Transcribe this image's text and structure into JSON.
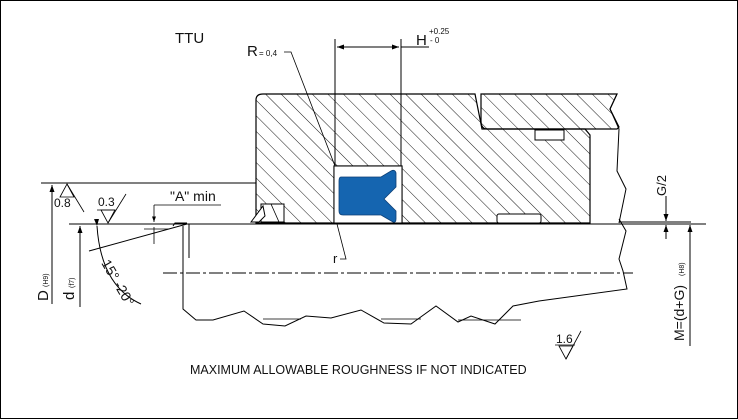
{
  "drawing": {
    "profile_label": "TTU",
    "radius_label": {
      "symbol": "R",
      "value": "= 0,4"
    },
    "groove_width": {
      "symbol": "H",
      "tol_upper": "+0.25",
      "tol_lower": "- 0"
    },
    "chamfer_label": "\"A\" min",
    "corner_radius_label": "r",
    "bore_diameter": {
      "symbol": "D",
      "tolerance": "(H9)"
    },
    "rod_diameter": {
      "symbol": "d",
      "tolerance": "(f7)"
    },
    "chamfer_angle": "15° -20°",
    "gap_label": "G/2",
    "groove_diameter": {
      "formula": "M=(d+G)",
      "tolerance": "(H8)"
    },
    "roughness": [
      {
        "value": "0.8",
        "location": "bore"
      },
      {
        "value": "0.3",
        "location": "rod"
      },
      {
        "value": "1.6",
        "location": "general"
      }
    ],
    "footnote": "MAXIMUM ALLOWABLE ROUGHNESS IF NOT INDICATED",
    "colors": {
      "seal": "#1565b0",
      "lines": "#000000",
      "background": "#ffffff"
    }
  }
}
